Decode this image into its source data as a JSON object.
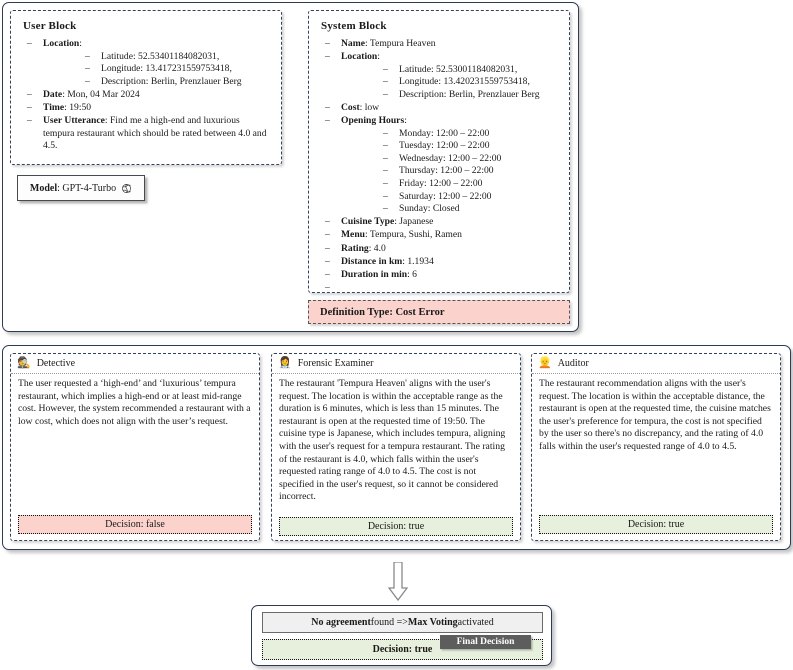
{
  "user_block": {
    "title": "User Block",
    "items": [
      {
        "key": "Location",
        "value": ":",
        "children": [
          "Latitude: 52.53401184082031,",
          "Longitude: 13.417231559753418,",
          "Description: Berlin, Prenzlauer Berg"
        ]
      },
      {
        "key": "Date",
        "value": ": Mon, 04 Mar 2024",
        "children": []
      },
      {
        "key": "Time",
        "value": ": 19:50",
        "children": []
      },
      {
        "key": "User Utterance",
        "value": ": Find me a high-end and luxurious tempura restaurant which should be rated between 4.0 and 4.5.",
        "children": []
      }
    ]
  },
  "model_badge": {
    "label": "Model",
    "value": ": GPT-4-Turbo",
    "icon": "openai-logo-icon"
  },
  "system_block": {
    "title": "System Block",
    "items": [
      {
        "key": "Name",
        "value": ": Tempura Heaven",
        "children": []
      },
      {
        "key": "Location",
        "value": ":",
        "children": [
          "Latitude: 52.53001184082031,",
          "Longitude: 13.420231559753418,",
          "Description: Berlin, Prenzlauer Berg"
        ]
      },
      {
        "key": "Cost",
        "value": ": low",
        "children": []
      },
      {
        "key": "Opening Hours",
        "value": ":",
        "children": [
          "Monday: 12:00 – 22:00",
          "Tuesday: 12:00 – 22:00",
          "Wednesday: 12:00 – 22:00",
          "Thursday: 12:00 – 22:00",
          "Friday: 12:00 – 22:00",
          "Saturday: 12:00 – 22:00",
          "Sunday: Closed"
        ]
      },
      {
        "key": "Cuisine Type",
        "value": ": Japanese",
        "children": []
      },
      {
        "key": "Menu",
        "value": ": Tempura, Sushi, Ramen",
        "children": []
      },
      {
        "key": "Rating",
        "value": ": 4.0",
        "children": []
      },
      {
        "key": "Distance in km",
        "value": ": 1.1934",
        "children": []
      },
      {
        "key": "Duration in min",
        "value": ": 6",
        "children": []
      }
    ]
  },
  "definition_type": {
    "text": "Definition Type: Cost Error",
    "color": "#fbd3cc"
  },
  "agents": [
    {
      "name": "Detective",
      "emoji": "🕵",
      "icon": "detective-avatar-icon",
      "text": "The user requested a ‘high-end’ and ‘luxurious’ tempura restaurant, which implies a high-end or at least mid-range cost. However, the system recommended a restaurant with a low cost, which does not align with the user’s request.",
      "decision": "Decision: false",
      "decision_state": "false",
      "decision_color": "#fbd3cc"
    },
    {
      "name": "Forensic Examiner",
      "emoji": "👩‍⚕",
      "icon": "forensic-examiner-avatar-icon",
      "text": "The restaurant 'Tempura Heaven' aligns with the user's request. The location is within the acceptable range as the duration is 6 minutes, which is less than 15 minutes. The restaurant is open at the requested time of 19:50. The cuisine type is Japanese, which includes tempura, aligning with the user's request for a tempura restaurant. The rating of the restaurant is 4.0, which falls within the user's requested rating range of 4.0 to 4.5. The cost is not specified in the user's request, so it cannot be considered incorrect.",
      "decision": "Decision: true",
      "decision_state": "true",
      "decision_color": "#e7f0dc"
    },
    {
      "name": "Auditor",
      "emoji": "👱",
      "icon": "auditor-avatar-icon",
      "text": "The restaurant recommendation aligns with the user's request. The location is within the acceptable distance, the restaurant is open at the requested time, the cuisine matches the user's preference for tempura, the cost is not specified by the user so there's no discrepancy, and the rating of 4.0 falls within the user's requested range of 4.0 to 4.5.",
      "decision": "Decision: true",
      "decision_state": "true",
      "decision_color": "#e7f0dc"
    }
  ],
  "flow": {
    "arrow_icon": "down-arrow-icon"
  },
  "final": {
    "voting_prefix": "No agreement",
    "voting_mid": " found => ",
    "voting_bold2": "Max Voting",
    "voting_suffix": " activated",
    "voting_text": "No agreement found => Max Voting activated",
    "tab_label": "Final Decision",
    "decision": "Decision: true",
    "decision_color": "#e7f0dc"
  }
}
